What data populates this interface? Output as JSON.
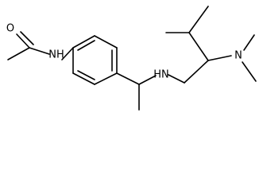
{
  "molecule": {
    "bond_color": "#000000",
    "background": "#ffffff",
    "atoms": {
      "O": "O",
      "NH_amide": "NH",
      "NH_amine": "HN",
      "N_dimethyl": "N"
    }
  }
}
